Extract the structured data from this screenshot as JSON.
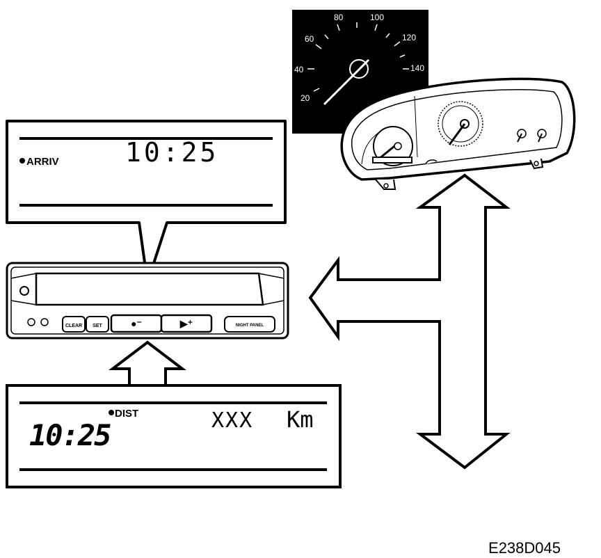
{
  "figure_id": "E238D045",
  "top_display": {
    "indicator": "ARRIV",
    "time": "10:25"
  },
  "bottom_display": {
    "time": "10:25",
    "indicator": "DIST",
    "value": "XXX",
    "unit": "Km"
  },
  "control_unit": {
    "buttons": {
      "clear": "CLEAR",
      "set": "SET",
      "minus": "●⁻",
      "plus": "▶⁺",
      "night_panel": "NIGHT PANEL"
    }
  },
  "speedometer": {
    "ticks": [
      "20",
      "40",
      "60",
      "80",
      "100",
      "120",
      "140"
    ]
  }
}
